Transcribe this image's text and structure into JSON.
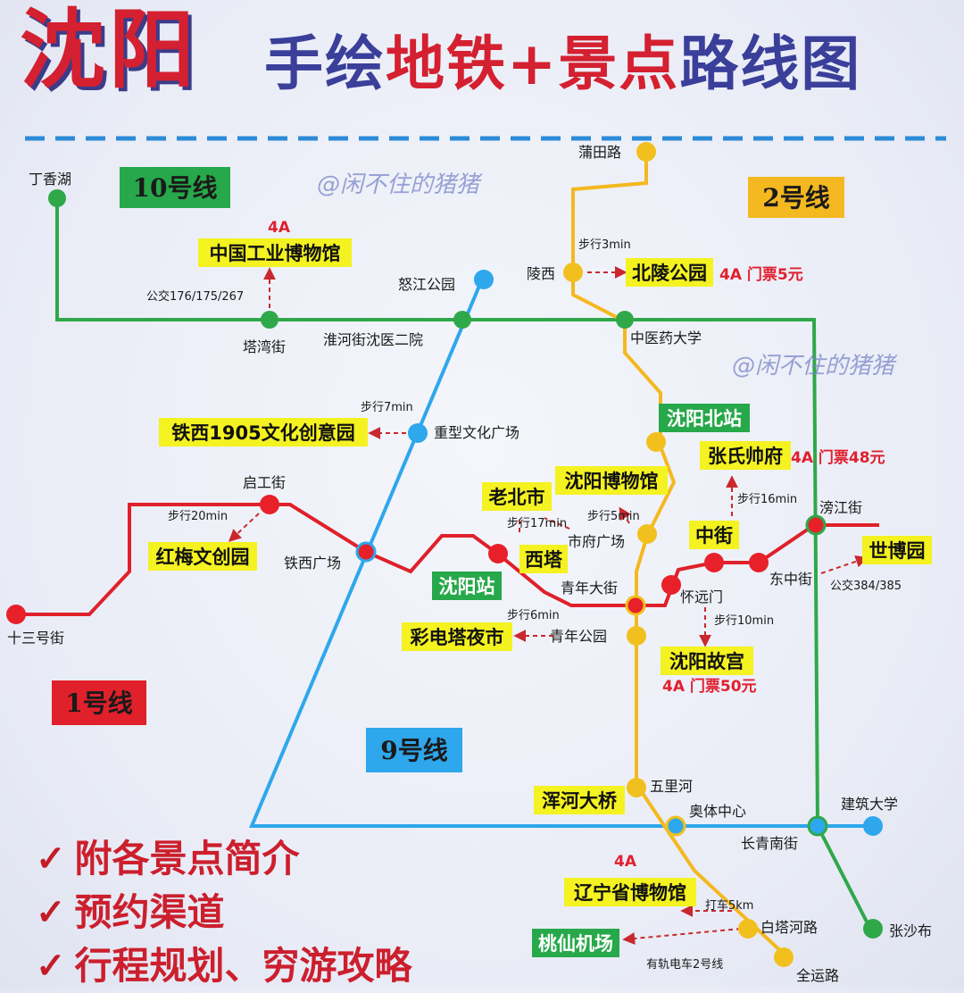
{
  "title": {
    "city": "沈阳",
    "sub_a": "手绘",
    "sub_b": "地铁",
    "sub_c": "+",
    "sub_d": "景点",
    "sub_e": "路线图"
  },
  "watermark": "@闲不住的猪猪",
  "colors": {
    "line1": "#e0202a",
    "line2": "#f4b820",
    "line9": "#2ea7ec",
    "line10": "#2fa84a",
    "station_yellow": "#f2c01e",
    "station_red": "#e8202a",
    "station_blue": "#2ea7ec",
    "station_green": "#2fa84a",
    "attraction_bg": "#f4f220",
    "box_green": "#27a84a",
    "label_red": "#e02030"
  },
  "line_labels": {
    "line10": "10号线",
    "line2": "2号线",
    "line1": "1号线",
    "line9": "9号线"
  },
  "stations": {
    "dingxianghu": "丁香湖",
    "tawanjie": "塔湾街",
    "huaihejie": "淮河街沈医二院",
    "nujianggongyuan": "怒江公园",
    "putianlu": "蒲田路",
    "lingxi": "陵西",
    "zhongyiyao": "中医药大学",
    "zhongxingwenhua": "重型文化广场",
    "qigongjie": "启工街",
    "tiexiguangchang": "铁西广场",
    "shisanhaojie": "十三号街",
    "laobeishi": "老北市",
    "xita": "西塔",
    "qingniandajie": "青年大街",
    "shifuguangchang": "市府广场",
    "zhongjie": "中街",
    "huaiyuanmen": "怀远门",
    "dongzhongjie": "东中街",
    "pangjiangjie": "滂江街",
    "qingniangongyuan": "青年公园",
    "wulihe": "五里河",
    "aotizhongxin": "奥体中心",
    "changqingnanjie": "长青南街",
    "jianzhudaxue": "建筑大学",
    "baitaheu": "白塔河路",
    "quanyunlu": "全运路",
    "zhangshabu": "张沙布"
  },
  "green_boxes": {
    "shenyangbeizhan": "沈阳北站",
    "shenyangzhan": "沈阳站",
    "taoxianjichang": "桃仙机场"
  },
  "attractions": {
    "gongye": "中国工业博物馆",
    "beiling": "北陵公园",
    "tiexi1905": "铁西1905文化创意园",
    "hongmei": "红梅文创园",
    "bowuguan": "沈阳博物馆",
    "shuaifu": "张氏帅府",
    "shibo": "世博园",
    "caidianta": "彩电塔夜市",
    "gugong": "沈阳故宫",
    "hunhe": "浑河大桥",
    "liaoning": "辽宁省博物馆"
  },
  "badges": {
    "gongye": "4A",
    "beiling": "4A 门票5元",
    "shuaifu": "4A 门票48元",
    "gugong": "4A 门票50元",
    "liaoning": "4A"
  },
  "notes": {
    "bus_gongye": "公交176/175/267",
    "walk_lingxi": "步行3min",
    "walk_zhongxing": "步行7min",
    "walk_qigong": "步行20min",
    "walk_laobei": "步行17min",
    "walk_shifu": "步行5min",
    "walk_zhongjie": "步行16min",
    "bus_shibo": "公交384/385",
    "walk_qingnian": "步行6min",
    "walk_huaiyuan": "步行10min",
    "taxi": "打车5km",
    "tram": "有轨电车2号线"
  },
  "features": [
    "附各景点简介",
    "预约渠道",
    "行程规划、穷游攻略"
  ]
}
